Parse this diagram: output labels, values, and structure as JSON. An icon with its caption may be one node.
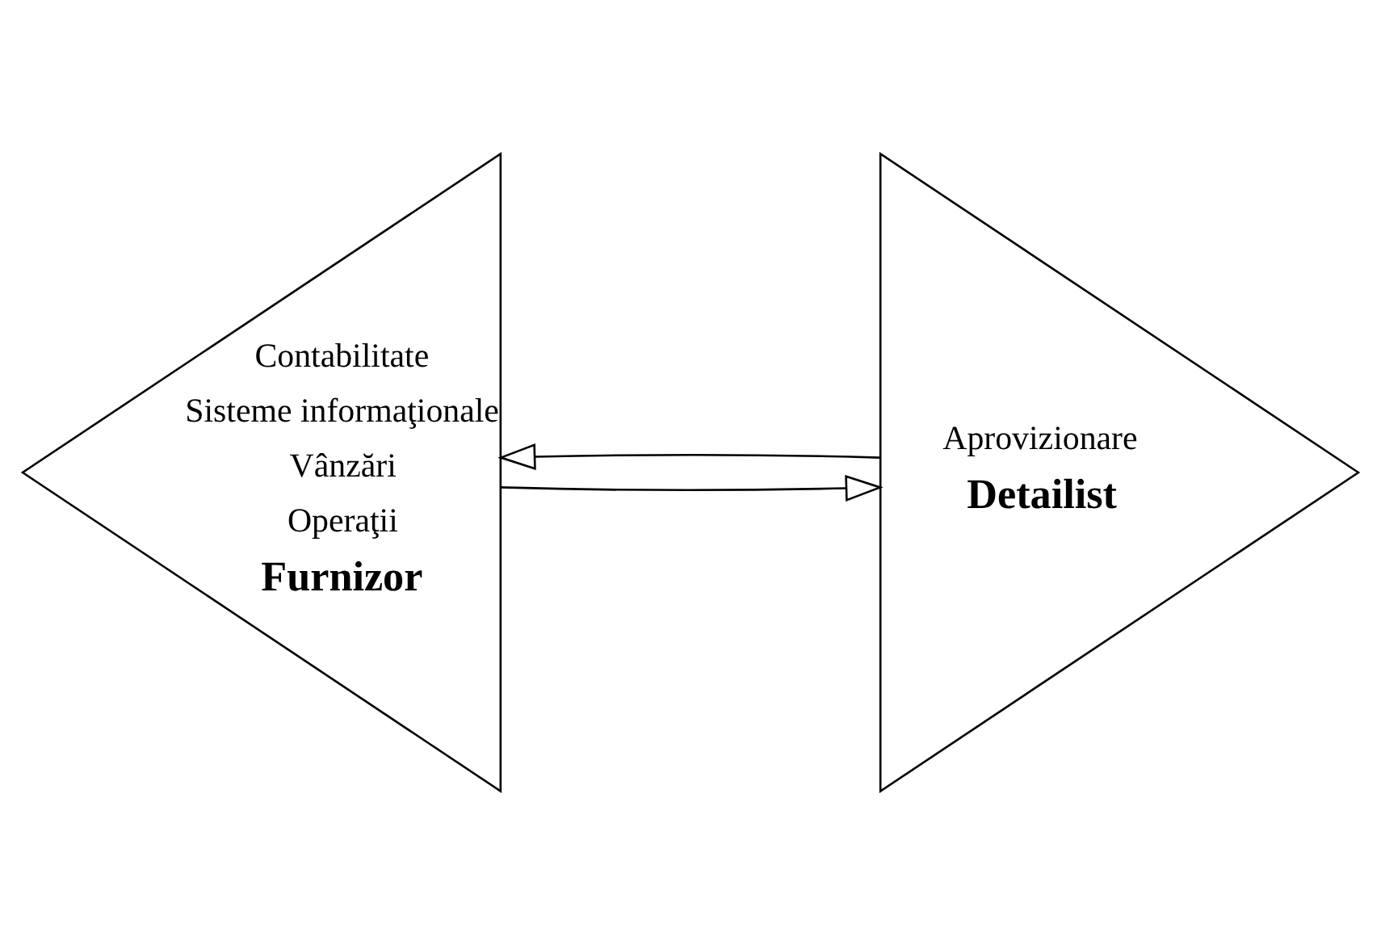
{
  "diagram": {
    "nodes": [
      {
        "text": [
          "Contabilitate",
          "Sisteme informaţionale",
          "Vânzări",
          "Operaţii",
          "Furnizor"
        ]
      },
      {
        "text": [
          "Aprovizionare",
          "Detailist"
        ]
      }
    ],
    "edges": [
      {
        "from": 1,
        "to": 0,
        "arrow": "to"
      },
      {
        "from": 0,
        "to": 1,
        "arrow": "to"
      }
    ]
  }
}
